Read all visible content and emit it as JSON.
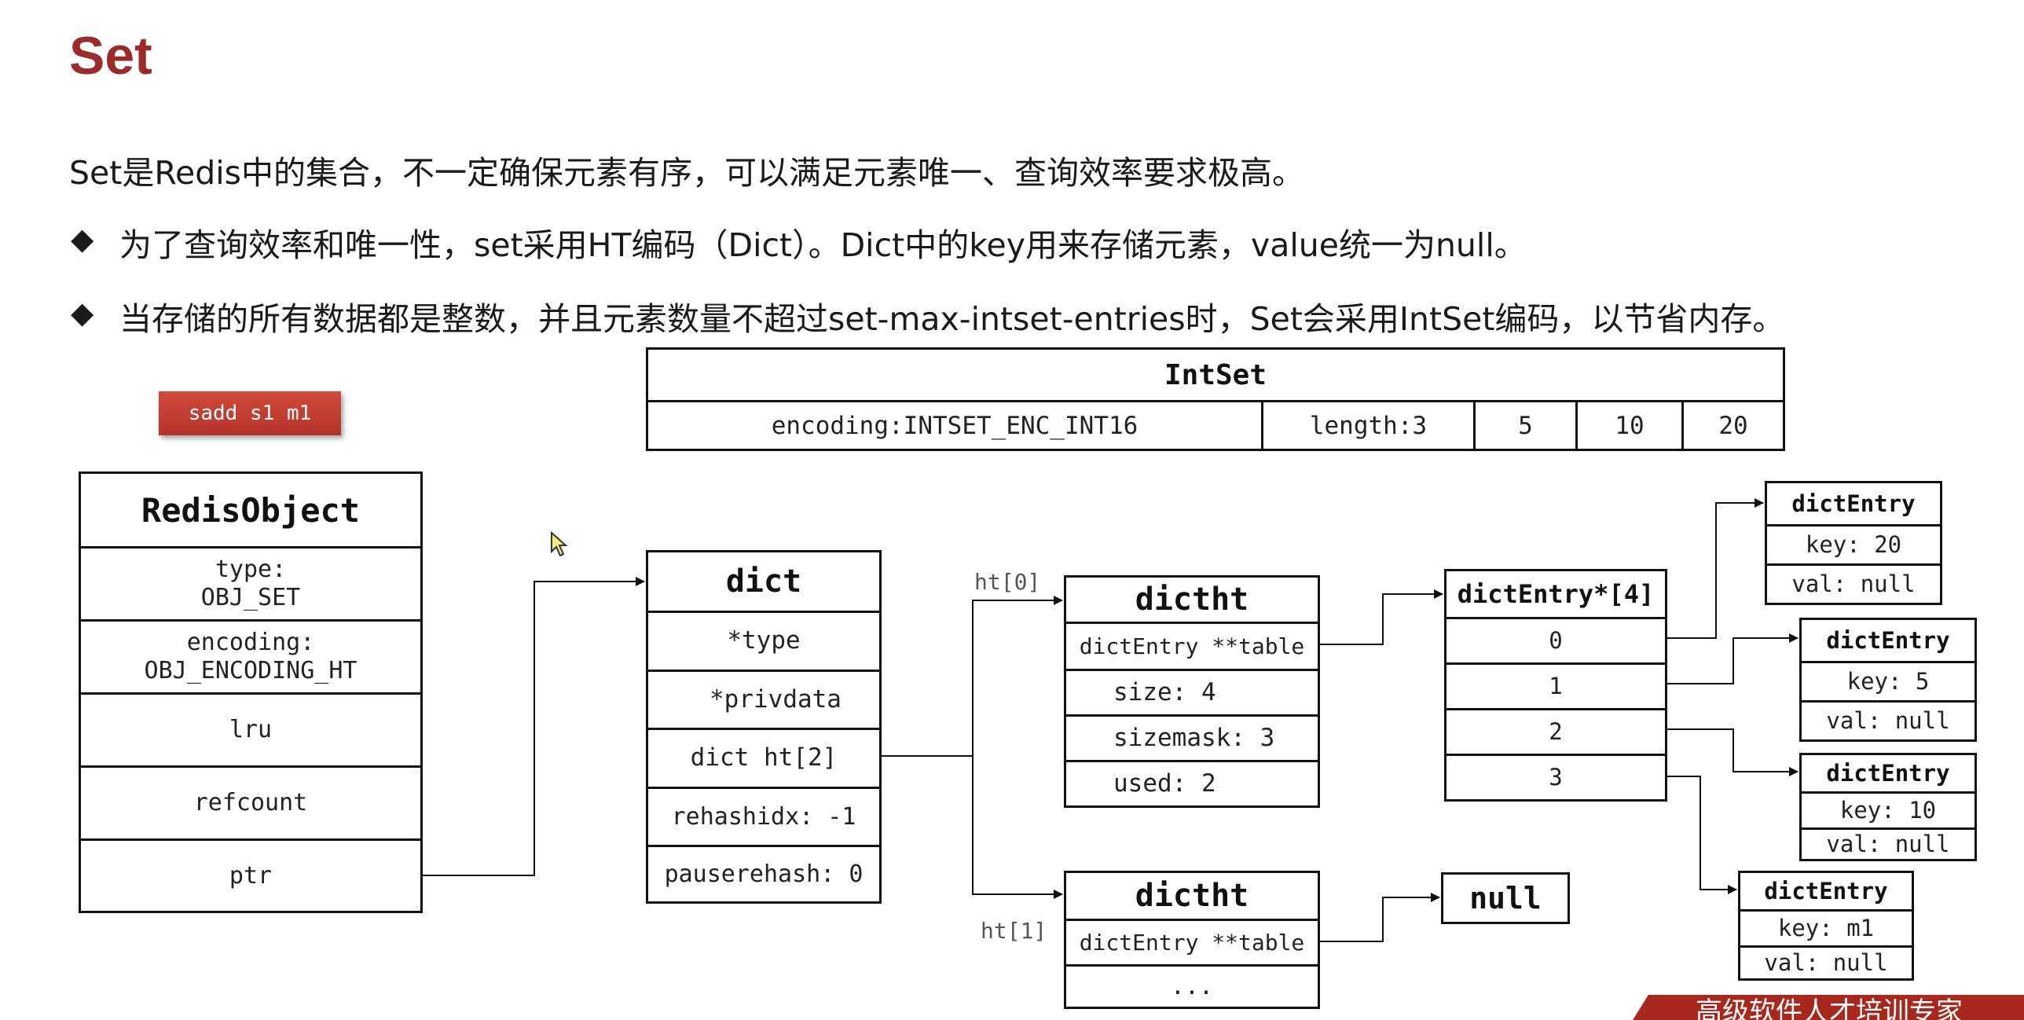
{
  "title": "Set",
  "lines": {
    "intro": "Set是Redis中的集合，不一定确保元素有序，可以满足元素唯一、查询效率要求极高。",
    "bullet1": "为了查询效率和唯一性，set采用HT编码（Dict）。Dict中的key用来存储元素，value统一为null。",
    "bullet2": "当存储的所有数据都是整数，并且元素数量不超过set-max-intset-entries时，Set会采用IntSet编码，以节省内存。",
    "bullet_symbol": "◆"
  },
  "command": "sadd s1 m1",
  "intset": {
    "title": "IntSet",
    "encoding": "encoding:INTSET_ENC_INT16",
    "length": "length:3",
    "values": [
      "5",
      "10",
      "20"
    ]
  },
  "redis_object": {
    "title": "RedisObject",
    "type": "type:\nOBJ_SET",
    "encoding": "encoding:\nOBJ_ENCODING_HT",
    "lru": "lru",
    "refcount": "refcount",
    "ptr": "ptr"
  },
  "dict": {
    "title": "dict",
    "fields": [
      "*type",
      "*privdata",
      "dict ht[2]",
      "rehashidx: -1",
      "pauserehash: 0"
    ]
  },
  "labels": {
    "ht0": "ht[0]",
    "ht1": "ht[1]"
  },
  "dictht0": {
    "title": "dictht",
    "fields": [
      "dictEntry **table",
      "size: 4",
      "sizemask: 3",
      "used: 2"
    ]
  },
  "dictht1": {
    "title": "dictht",
    "fields": [
      "dictEntry **table",
      "..."
    ]
  },
  "null_box": "null",
  "entry_array": {
    "title": "dictEntry*[4]",
    "indices": [
      "0",
      "1",
      "2",
      "3"
    ]
  },
  "entries": [
    {
      "title": "dictEntry",
      "key": "key: 20",
      "val": "val: null"
    },
    {
      "title": "dictEntry",
      "key": "key: 5",
      "val": "val: null"
    },
    {
      "title": "dictEntry",
      "key": "key: 10",
      "val": "val: null"
    },
    {
      "title": "dictEntry",
      "key": "key: m1",
      "val": "val: null"
    }
  ],
  "banner": "高级软件人才培训专家"
}
